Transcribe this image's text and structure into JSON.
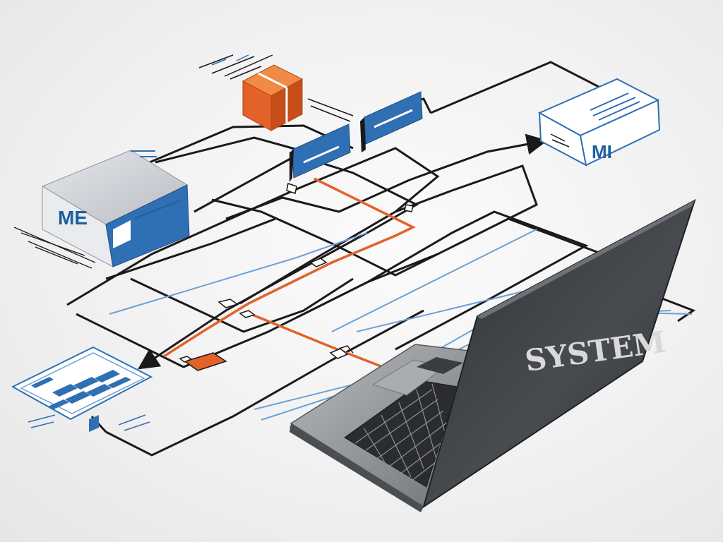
{
  "diagram": {
    "laptop_screen_text": "SYSTEM",
    "left_server_label": "ME",
    "right_box_label": "MI",
    "colors": {
      "connector": "#1a1a1a",
      "accent_orange": "#e2622a",
      "accent_blue": "#2f6fb3",
      "blue_trace": "#6aa1d6",
      "laptop_body": "#3e4146",
      "laptop_base": "#8e9196"
    },
    "icons": [
      "server-icon",
      "package-icon",
      "flag-card-icon",
      "document-box-icon",
      "spreadsheet-panel-icon",
      "laptop-icon"
    ]
  }
}
